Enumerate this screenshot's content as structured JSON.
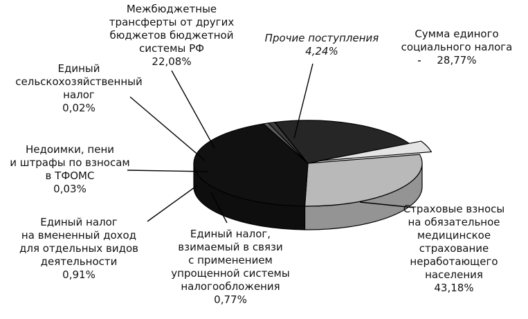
{
  "chart_data": {
    "type": "pie",
    "title": "",
    "slices": [
      {
        "label": [
          "Сумма единого",
          "социального налога"
        ],
        "value": 28.77,
        "value_text": "28,77%",
        "color": "#b9b9b9"
      },
      {
        "label": [
          "Страховые взносы",
          "на обязательное",
          "медицинское",
          "страхование",
          "неработающего",
          "населения"
        ],
        "value": 43.18,
        "value_text": "43,18%",
        "color": "#111111"
      },
      {
        "label": [
          "Единый налог,",
          "взимаемый в связи",
          "с применением",
          "упрощенной системы",
          "налогообложения"
        ],
        "value": 0.77,
        "value_text": "0,77%",
        "color": "#5a5a5a"
      },
      {
        "label": [
          "Единый налог",
          "на вмененный доход",
          "для отдельных видов",
          "деятельности"
        ],
        "value": 0.91,
        "value_text": "0,91%",
        "color": "#3c3c3c"
      },
      {
        "label": [
          "Недоимки, пени",
          "и штрафы по взносам",
          "в ТФОМС"
        ],
        "value": 0.03,
        "value_text": "0,03%",
        "color": "#2a2a2a"
      },
      {
        "label": [
          "Единый",
          "сельскохозяйственный",
          "налог"
        ],
        "value": 0.02,
        "value_text": "0,02%",
        "color": "#2a2a2a"
      },
      {
        "label": [
          "Межбюджетные",
          "трансферты от других",
          "бюджетов бюджетной",
          "системы РФ"
        ],
        "value": 22.08,
        "value_text": "22,08%",
        "color": "#262626"
      },
      {
        "label": [
          "Прочие поступления"
        ],
        "value": 4.24,
        "value_text": "4,24%",
        "color": "#e4e4e4"
      }
    ]
  }
}
